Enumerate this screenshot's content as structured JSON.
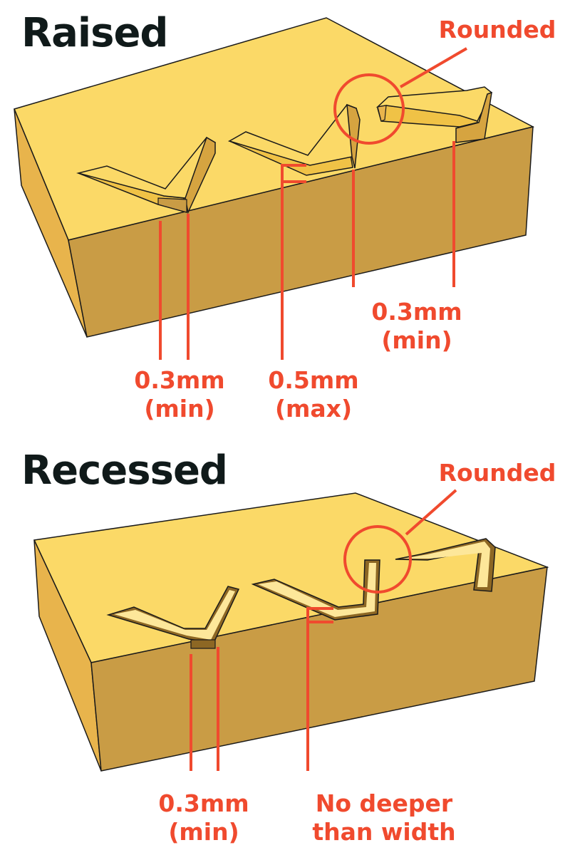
{
  "sections": {
    "raised": {
      "title": "Raised",
      "rounded_label": "Rounded",
      "label_a": {
        "line1": "0.3mm",
        "line2": "(min)"
      },
      "label_b": {
        "line1": "0.5mm",
        "line2": "(max)"
      },
      "label_c": {
        "line1": "0.3mm",
        "line2": "(min)"
      }
    },
    "recessed": {
      "title": "Recessed",
      "rounded_label": "Rounded",
      "label_a": {
        "line1": "0.3mm",
        "line2": "(min)"
      },
      "label_b": {
        "line1": "No deeper",
        "line2": "than width"
      }
    }
  },
  "colors": {
    "block_top": "#fbd967",
    "block_front": "#c99c45",
    "block_side": "#e8b44c",
    "annotation": "#f04a2e",
    "title": "#101a1a"
  }
}
